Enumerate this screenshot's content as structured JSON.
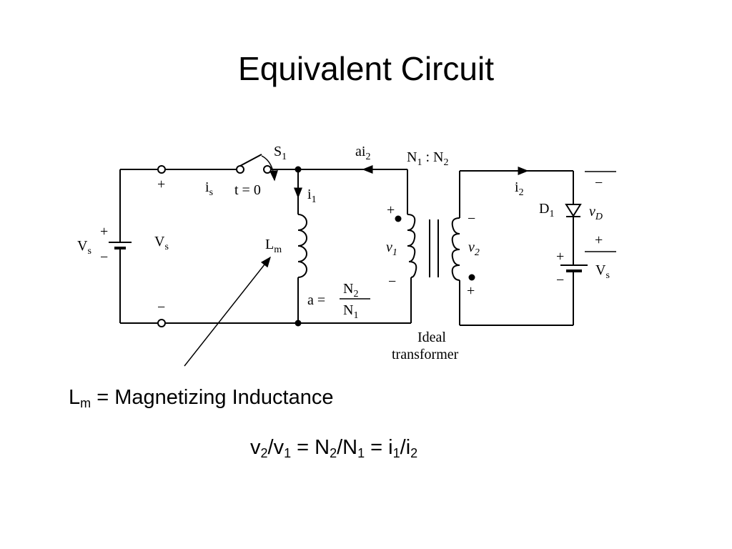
{
  "slide": {
    "title": "Equivalent Circuit"
  },
  "circuit": {
    "labels": {
      "s1": "S",
      "s1_sub": "1",
      "ai2": "ai",
      "ai2_sub": "2",
      "turns": "N",
      "turns_sub1": "1",
      "turns_colon": " : N",
      "turns_sub2": "2",
      "plus_in": "+",
      "is": "i",
      "is_sub": "s",
      "t0": "t = 0",
      "i1": "i",
      "i1_sub": "1",
      "vs_left": "V",
      "vs_left_sub": "s",
      "vs_mid": "V",
      "vs_mid_sub": "s",
      "batt_plus": "+",
      "batt_minus": "−",
      "lm": "L",
      "lm_sub": "m",
      "minus_in": "−",
      "v1_plus": "+",
      "v1": "v",
      "v1_sub": "1",
      "v1_minus": "−",
      "v2_minus": "−",
      "v2": "v",
      "v2_sub": "2",
      "v2_plus": "+",
      "a_eq": "a =",
      "frac_num": "N",
      "frac_num_sub": "2",
      "frac_den": "N",
      "frac_den_sub": "1",
      "i2": "i",
      "i2_sub": "2",
      "d1": "D",
      "d1_sub": "1",
      "vd": "v",
      "vd_sub": "D",
      "vd_minus": "−",
      "vd_plus": "+",
      "batt2_plus": "+",
      "batt2_minus": "−",
      "vs_right": "V",
      "vs_right_sub": "s",
      "ideal_line1": "Ideal",
      "ideal_line2": "transformer"
    }
  },
  "caption": {
    "lm": "L",
    "lm_sub": "m",
    "text": " = Magnetizing Inductance"
  },
  "equation": {
    "v2": "v",
    "v2_sub": "2",
    "slash1": "/v",
    "v1_sub": "1",
    "eq1": " = N",
    "n2_sub": "2",
    "slash2": "/N",
    "n1_sub": "1",
    "eq2": " = i",
    "i1_sub": "1",
    "slash3": "/i",
    "i2_sub": "2"
  }
}
